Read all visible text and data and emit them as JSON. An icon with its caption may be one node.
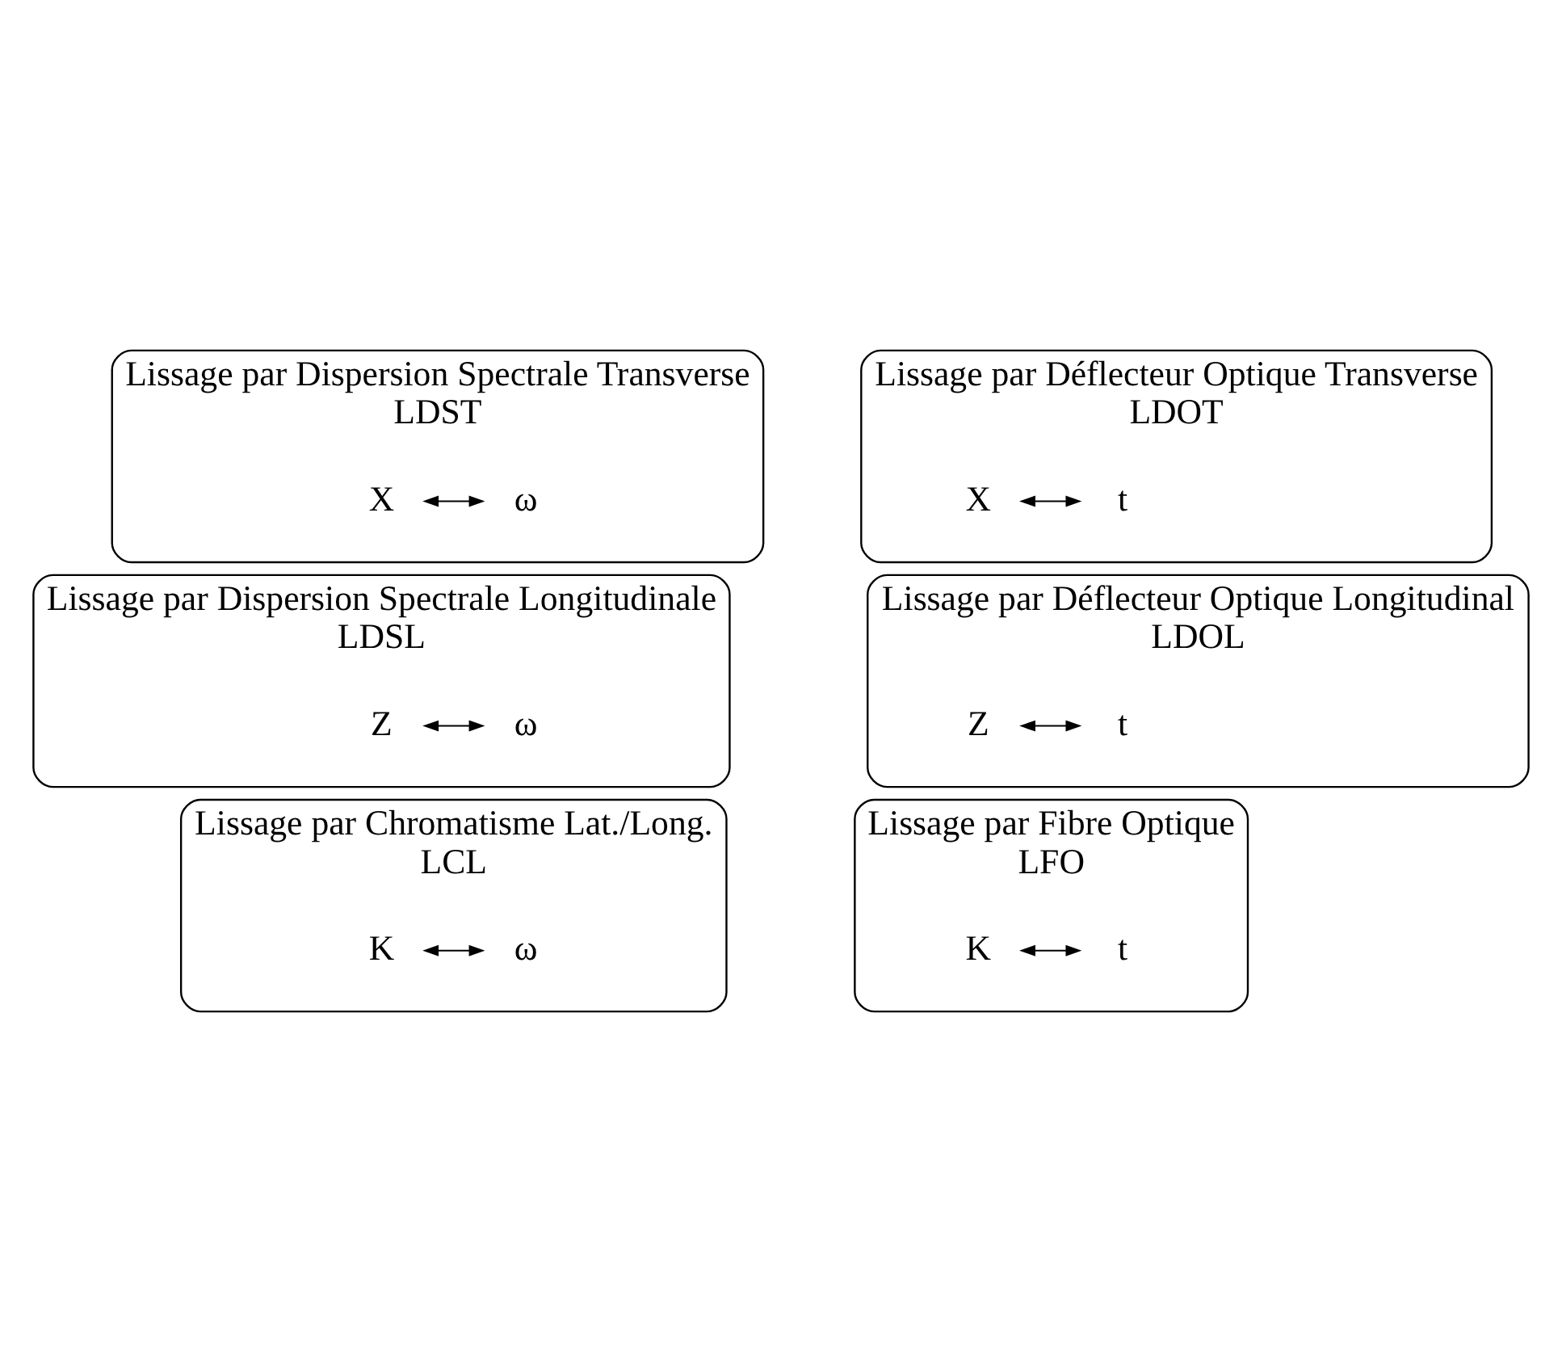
{
  "diagram": {
    "nodes": [
      {
        "text": [
          "Lissage par Dispersion Spectrale Transverse",
          "LDST"
        ]
      },
      {
        "text": [
          "X"
        ],
        "in": 0
      },
      {
        "text": [
          "ω"
        ],
        "in": 0
      },
      {
        "text": [
          "Lissage par Déflecteur Optique Transverse",
          "LDOT"
        ]
      },
      {
        "text": [
          "X"
        ],
        "in": 3
      },
      {
        "text": [
          "t"
        ],
        "in": 3
      },
      {
        "text": [
          "Lissage par Dispersion Spectrale Longitudinale",
          "LDSL"
        ]
      },
      {
        "text": [
          "Z"
        ],
        "in": 6
      },
      {
        "text": [
          "ω"
        ],
        "in": 6
      },
      {
        "text": [
          "Lissage par Déflecteur Optique Longitudinal",
          "LDOL"
        ]
      },
      {
        "text": [
          "Z"
        ],
        "in": 9
      },
      {
        "text": [
          "t"
        ],
        "in": 9
      },
      {
        "text": [
          "Lissage par Chromatisme Lat./Long.",
          "LCL"
        ]
      },
      {
        "text": [
          "K"
        ],
        "in": 12
      },
      {
        "text": [
          "ω"
        ],
        "in": 12
      },
      {
        "text": [
          "Lissage par Fibre Optique",
          "LFO"
        ]
      },
      {
        "text": [
          "K"
        ],
        "in": 15
      },
      {
        "text": [
          "t"
        ],
        "in": 15
      }
    ],
    "edges": [
      {
        "from": 1,
        "to": 2,
        "arrow": "both"
      },
      {
        "from": 4,
        "to": 5,
        "arrow": "both"
      },
      {
        "from": 7,
        "to": 8,
        "arrow": "both"
      },
      {
        "from": 10,
        "to": 11,
        "arrow": "both"
      },
      {
        "from": 13,
        "to": 14,
        "arrow": "both"
      },
      {
        "from": 16,
        "to": 17,
        "arrow": "both"
      }
    ]
  }
}
